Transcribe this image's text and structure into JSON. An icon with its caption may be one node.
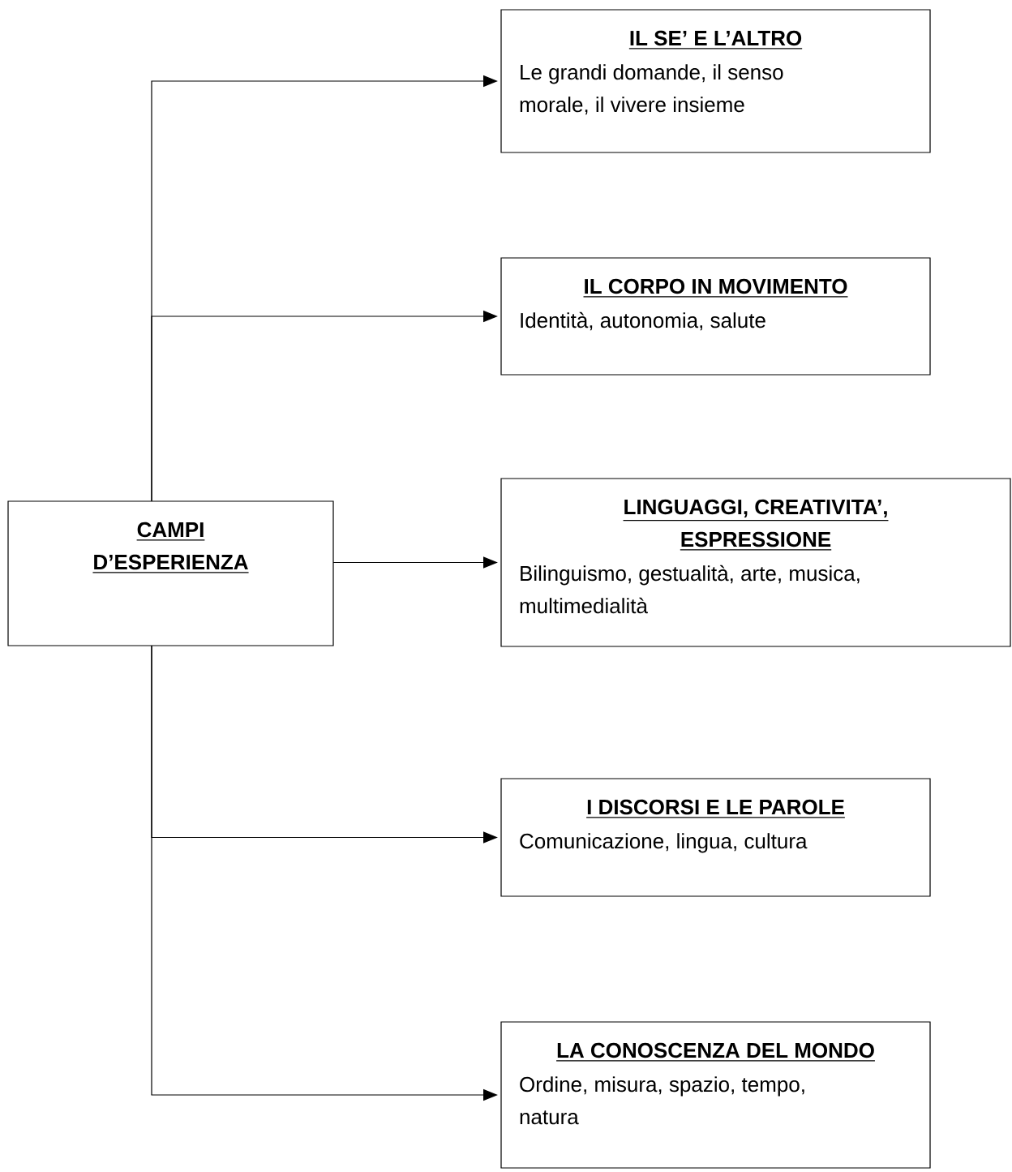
{
  "diagram": {
    "nodes": [
      {
        "text": [
          "CAMPI D’ESPERIENZA"
        ]
      },
      {
        "text": [
          "IL SE’ E L’ALTRO",
          "Le grandi domande, il senso morale, il vivere insieme"
        ]
      },
      {
        "text": [
          "IL CORPO IN MOVIMENTO",
          "Identità, autonomia, salute"
        ]
      },
      {
        "text": [
          "LINGUAGGI, CREATIVITA’, ESPRESSIONE",
          "Bilinguismo, gestualità, arte, musica, multimedialità"
        ]
      },
      {
        "text": [
          "I DISCORSI E LE PAROLE",
          "Comunicazione, lingua, cultura"
        ]
      },
      {
        "text": [
          "LA CONOSCENZA DEL MONDO",
          "Ordine, misura, spazio, tempo, natura"
        ]
      }
    ],
    "edges": [
      {
        "from": 0,
        "to": 1,
        "arrow": "to"
      },
      {
        "from": 0,
        "to": 2,
        "arrow": "to"
      },
      {
        "from": 0,
        "to": 3,
        "arrow": "to"
      },
      {
        "from": 0,
        "to": 4,
        "arrow": "to"
      },
      {
        "from": 0,
        "to": 5,
        "arrow": "to"
      }
    ]
  }
}
